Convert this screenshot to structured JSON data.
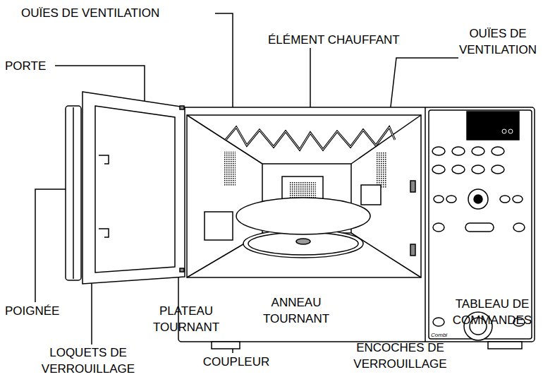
{
  "diagram": {
    "labels": [
      "OUÏES DE VENTILATION",
      "ÉLÉMENT CHAUFFANT",
      "PORTE",
      "OUÏES DE VENTILATION",
      "POIGNÉE",
      "PLATEAU TOURNANT",
      "ANNEAU TOURNANT",
      "TABLEAU DE COMMANDES",
      "LOQUETS DE VERROUILLAGE",
      "COUPLEUR",
      "ENCOCHES DE VERROUILLAGE",
      "Combi"
    ]
  }
}
